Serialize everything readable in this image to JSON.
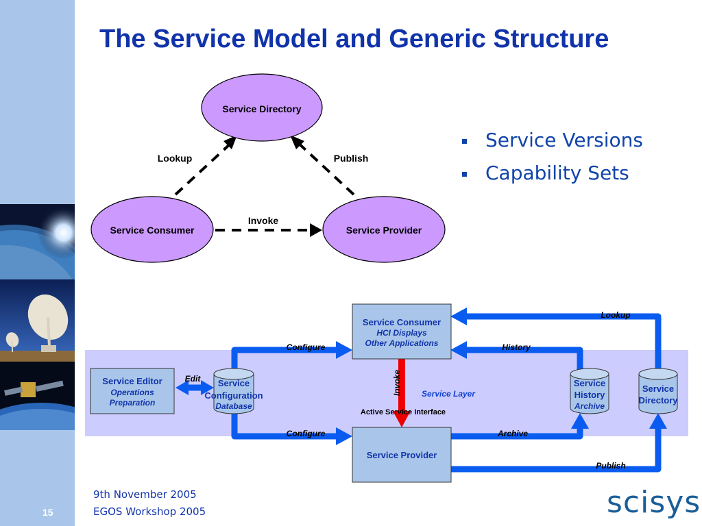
{
  "title": "The Service Model and Generic Structure",
  "bullets": [
    "Service Versions",
    "Capability Sets"
  ],
  "top_diagram": {
    "directory": "Service Directory",
    "consumer": "Service Consumer",
    "provider": "Service Provider",
    "lookup": "Lookup",
    "publish": "Publish",
    "invoke": "Invoke"
  },
  "bottom_diagram": {
    "consumer": {
      "name": "Service Consumer",
      "sub1": "HCI Displays",
      "sub2": "Other Applications"
    },
    "provider": "Service Provider",
    "editor": {
      "name": "Service Editor",
      "sub1": "Operations",
      "sub2": "Preparation"
    },
    "configuration": {
      "line1": "Service",
      "line2": "Configuration",
      "line3": "Database"
    },
    "history": {
      "line1": "Service",
      "line2": "History",
      "line3": "Archive"
    },
    "directory": {
      "line1": "Service",
      "line2": "Directory"
    },
    "labels": {
      "lookup": "Lookup",
      "configure_top": "Configure",
      "history": "History",
      "edit": "Edit",
      "invoke": "Invoke",
      "service_layer": "Service Layer",
      "active_interface": "Active Service Interface",
      "configure_bottom": "Configure",
      "archive": "Archive",
      "publish": "Publish"
    }
  },
  "colors": {
    "strip": "#a9c6ea",
    "title": "#1133aa",
    "ellipse_fill": "#cc99ff",
    "layer_band": "#ccccff",
    "box_fill": "#a9c6ea",
    "arrow_blue": "#0a5cf0",
    "invoke_red": "#ee0000"
  },
  "footer": {
    "date": "9th November 2005",
    "event": "EGOS Workshop 2005",
    "page_number": "15",
    "logo": "scisys"
  }
}
